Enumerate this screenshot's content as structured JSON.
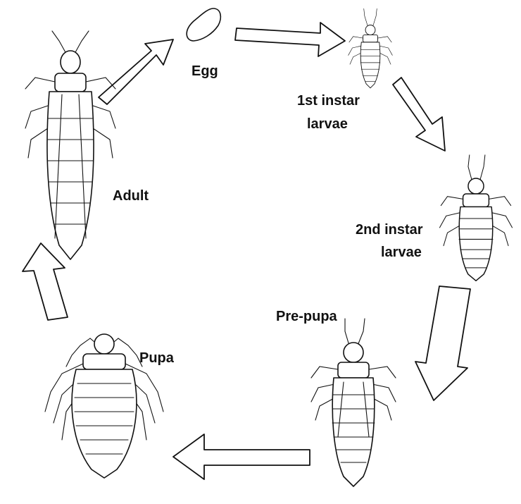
{
  "diagram": {
    "stages": [
      {
        "id": "egg",
        "lines": [
          "Egg"
        ]
      },
      {
        "id": "first_instar",
        "lines": [
          "1st instar",
          "larvae"
        ]
      },
      {
        "id": "second_instar",
        "lines": [
          "2nd instar",
          "larvae"
        ]
      },
      {
        "id": "prepupa",
        "lines": [
          "Pre-pupa"
        ]
      },
      {
        "id": "pupa",
        "lines": [
          "Pupa"
        ]
      },
      {
        "id": "adult",
        "lines": [
          "Adult"
        ]
      }
    ],
    "cycle_order": [
      "egg",
      "first_instar",
      "second_instar",
      "prepupa",
      "pupa",
      "adult",
      "egg"
    ],
    "colors": {
      "ink": "#111111",
      "background": "#ffffff"
    }
  }
}
